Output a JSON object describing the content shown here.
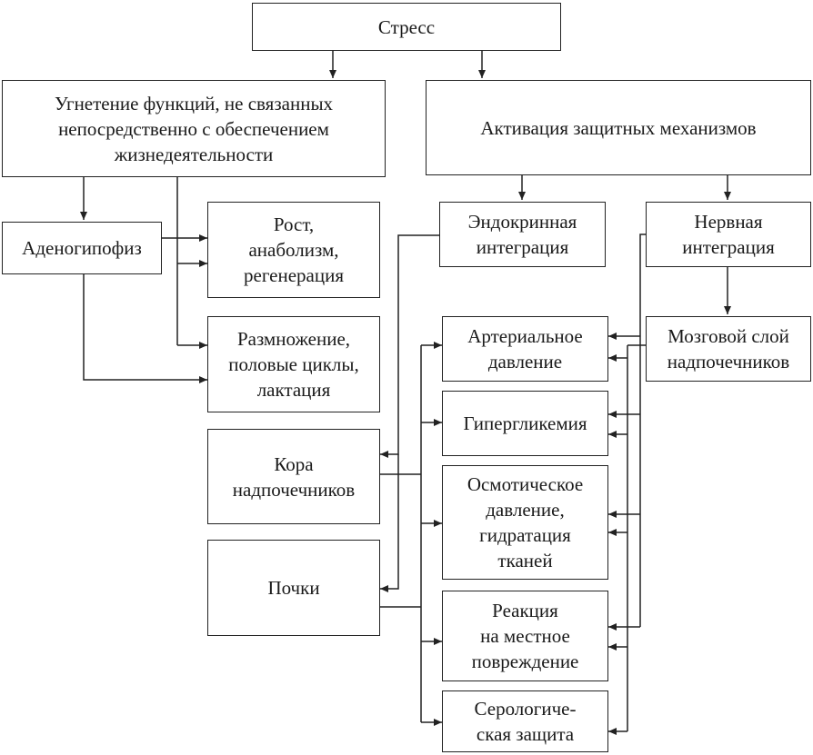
{
  "diagram": {
    "nodes": {
      "stress": "Стресс",
      "suppression": "Угнетение функций, не связанных\nнепосредственно с обеспечением\nжизнедеятельности",
      "activation": "Активация защитных механизмов",
      "adenohypophysis": "Аденогипофиз",
      "growth": "Рост,\nанаболизм,\nрегенерация",
      "reproduction": "Размножение,\nполовые циклы,\nлактация",
      "endocrine": "Эндокринная\nинтеграция",
      "nervous": "Нервная\nинтеграция",
      "medulla": "Мозговой слой\nнадпочечников",
      "arterial": "Артериальное\nдавление",
      "hyperglycemia": "Гипергликемия",
      "osmotic": "Осмотическое\nдавление,\nгидратация\nтканей",
      "cortex": "Кора\nнадпочечников",
      "kidneys": "Почки",
      "local_reaction": "Реакция\nна местное\nповреждение",
      "serological": "Серологиче-\nская защита"
    },
    "colors": {
      "stroke": "#222222",
      "fill": "#ffffff",
      "text": "#1a1a1a"
    }
  }
}
